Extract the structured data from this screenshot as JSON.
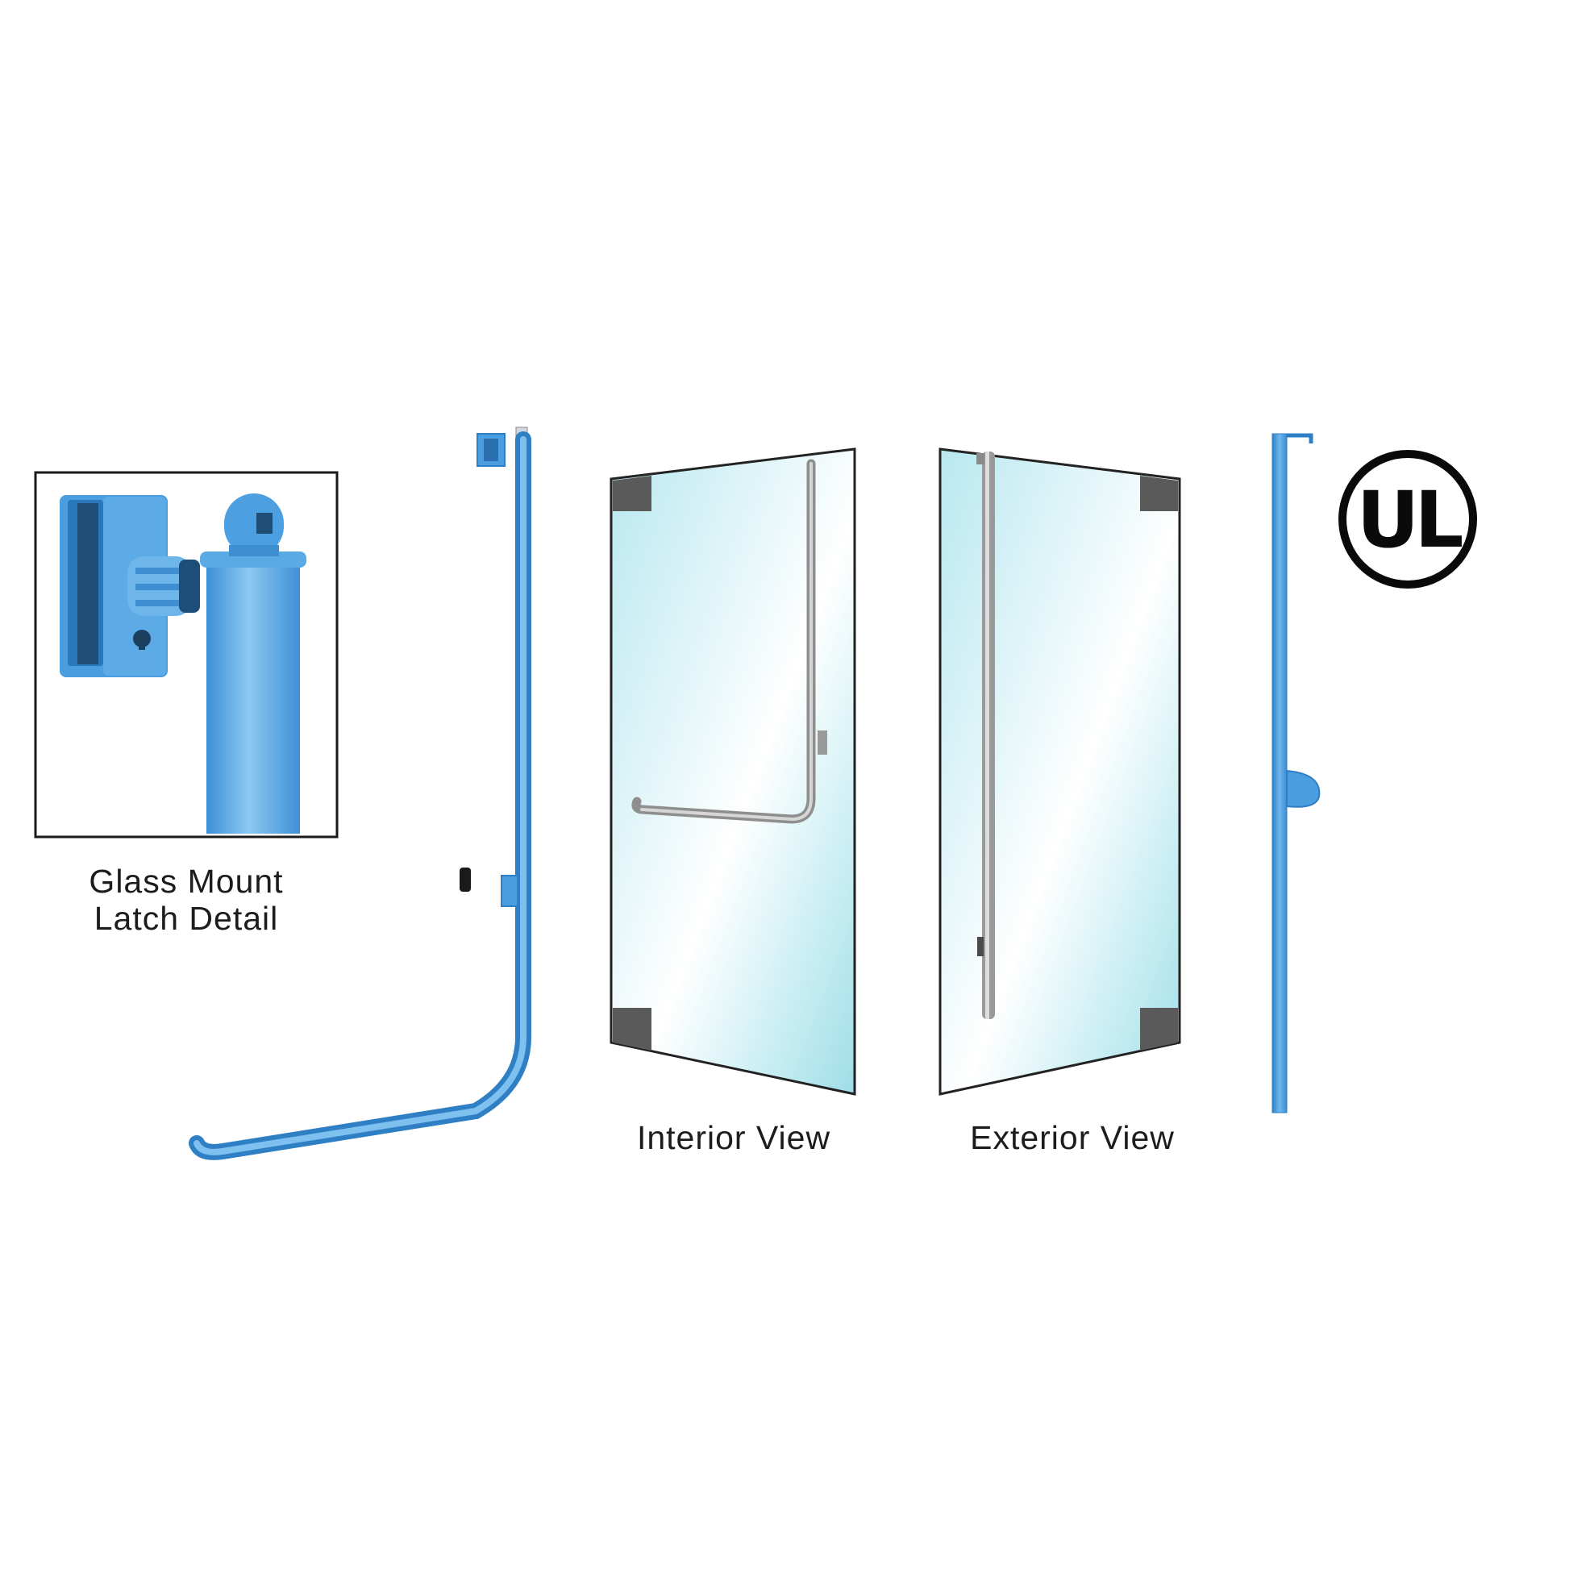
{
  "detail_caption": {
    "line1": "Glass Mount",
    "line2": "Latch Detail"
  },
  "views": {
    "interior_label": "Interior View",
    "exterior_label": "Exterior View"
  },
  "certification": {
    "mark": "UL"
  },
  "colors": {
    "hardware_blue": "#4a9ee0",
    "hardware_blue_dark": "#2f7fc4",
    "glass_light": "#e6f7fb",
    "glass_tint": "#a9e3ec",
    "patch_fitting": "#5a5a5a",
    "handle_steel": "#a8a8a8",
    "frame_outline": "#222222"
  }
}
